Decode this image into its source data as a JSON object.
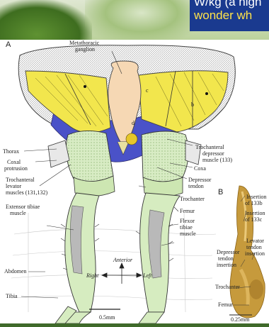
{
  "banner": {
    "line1": "W/kg (a high",
    "line2": "wonder wh"
  },
  "panel_a": {
    "letter": "A",
    "labels": {
      "metathoracic_ganglion_1": "Metathoracic",
      "metathoracic_ganglion_2": "ganglion",
      "thorax": "Thorax",
      "coxal_1": "Coxal",
      "coxal_2": "protrusion",
      "tl_1": "Trochanteral",
      "tl_2": "levator",
      "tl_3": "muscles (131,132)",
      "td_1": "Trochanteral",
      "td_2": "depressor",
      "td_3": "muscle (133)",
      "coxa": "Coxa",
      "dt_1": "Depressor",
      "dt_2": "tendon",
      "trochanter": "Trochanter",
      "femur": "Femur",
      "ft_1": "Flexor",
      "ft_2": "tibiae",
      "ft_3": "muscle",
      "et_1": "Extensor tibiae",
      "et_2": "muscle",
      "abdomen": "Abdomen",
      "tibia": "Tibia",
      "anterior": "Anterior",
      "right": "Right",
      "left": "Left",
      "scale": "0.5mm",
      "muscle_b": "b",
      "muscle_c": "c",
      "muscle_d": "d"
    }
  },
  "panel_b": {
    "letter": "B",
    "labels": {
      "ins133b_1": "Insertion",
      "ins133b_2": "of 133b",
      "ins133c_1": "Insertion",
      "ins133c_2": "of 133c",
      "lev_1": "Levator",
      "lev_2": "tendon",
      "lev_3": "insertion",
      "dep_1": "Depressor",
      "dep_2": "tendon",
      "dep_3": "insertion",
      "trochanter": "Trochanter",
      "femur": "Femur",
      "scale": "0.25mm"
    }
  }
}
